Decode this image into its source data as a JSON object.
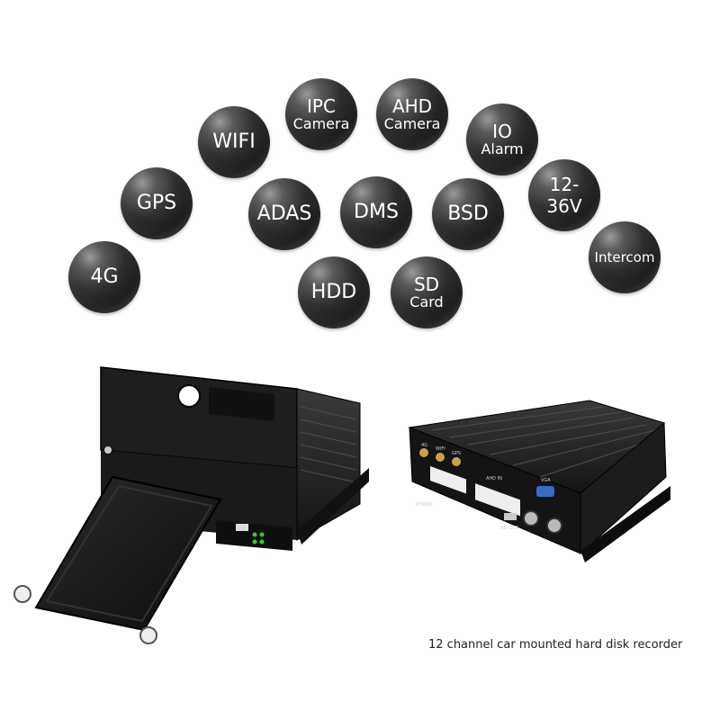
{
  "features": [
    {
      "id": "4g",
      "line1": "4G",
      "line2": ""
    },
    {
      "id": "gps",
      "line1": "GPS",
      "line2": ""
    },
    {
      "id": "wifi",
      "line1": "WIFI",
      "line2": ""
    },
    {
      "id": "ipc",
      "line1": "IPC",
      "line2": "Camera"
    },
    {
      "id": "ahd",
      "line1": "AHD",
      "line2": "Camera"
    },
    {
      "id": "io",
      "line1": "IO",
      "line2": "Alarm"
    },
    {
      "id": "voltage",
      "line1": "12-",
      "line2": "36V"
    },
    {
      "id": "intercom",
      "line1": "Intercom",
      "line2": ""
    },
    {
      "id": "adas",
      "line1": "ADAS",
      "line2": ""
    },
    {
      "id": "dms",
      "line1": "DMS",
      "line2": ""
    },
    {
      "id": "bsd",
      "line1": "BSD",
      "line2": ""
    },
    {
      "id": "hdd",
      "line1": "HDD",
      "line2": ""
    },
    {
      "id": "sd",
      "line1": "SD",
      "line2": "Card"
    }
  ],
  "device_labels": {
    "port_4g": "4G",
    "port_wifi": "WIFI",
    "port_gps": "GPS",
    "ahd_in": "AHD IN",
    "vga": "VGA",
    "hd_out": "HD OUT",
    "power": "POWER"
  },
  "caption": "12 channel car mounted hard disk recorder"
}
